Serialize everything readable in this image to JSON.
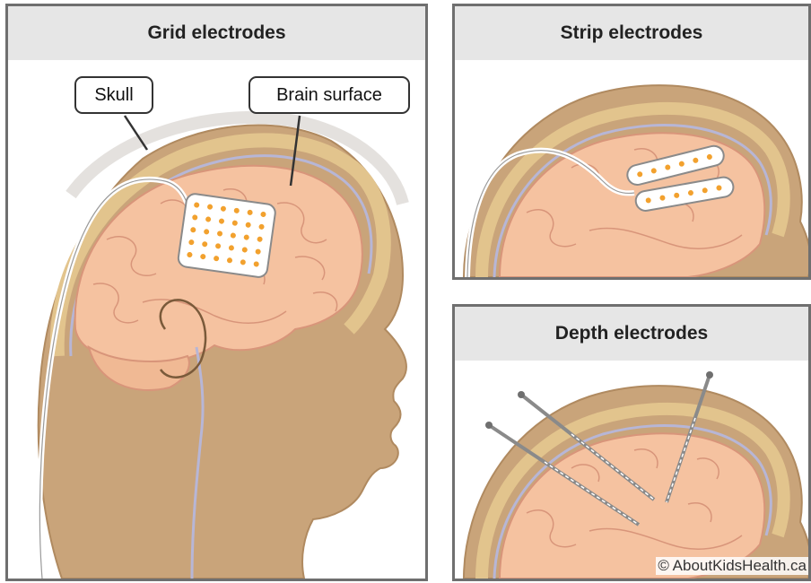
{
  "panels": {
    "grid": {
      "title": "Grid electrodes"
    },
    "strip": {
      "title": "Strip electrodes"
    },
    "depth": {
      "title": "Depth electrodes"
    }
  },
  "callouts": {
    "skull": "Skull",
    "brain_surface": "Brain surface"
  },
  "copyright": "© AboutKidsHealth.ca",
  "colors": {
    "skin": "#c9a47a",
    "bone": "#e2c48d",
    "brain": "#f5c2a0",
    "brain_line": "#d8957a",
    "membrane": "#b7b6d6",
    "electrode_dot": "#f2a12e",
    "header_bg": "#e6e6e6",
    "panel_border": "#6f6f6f"
  }
}
